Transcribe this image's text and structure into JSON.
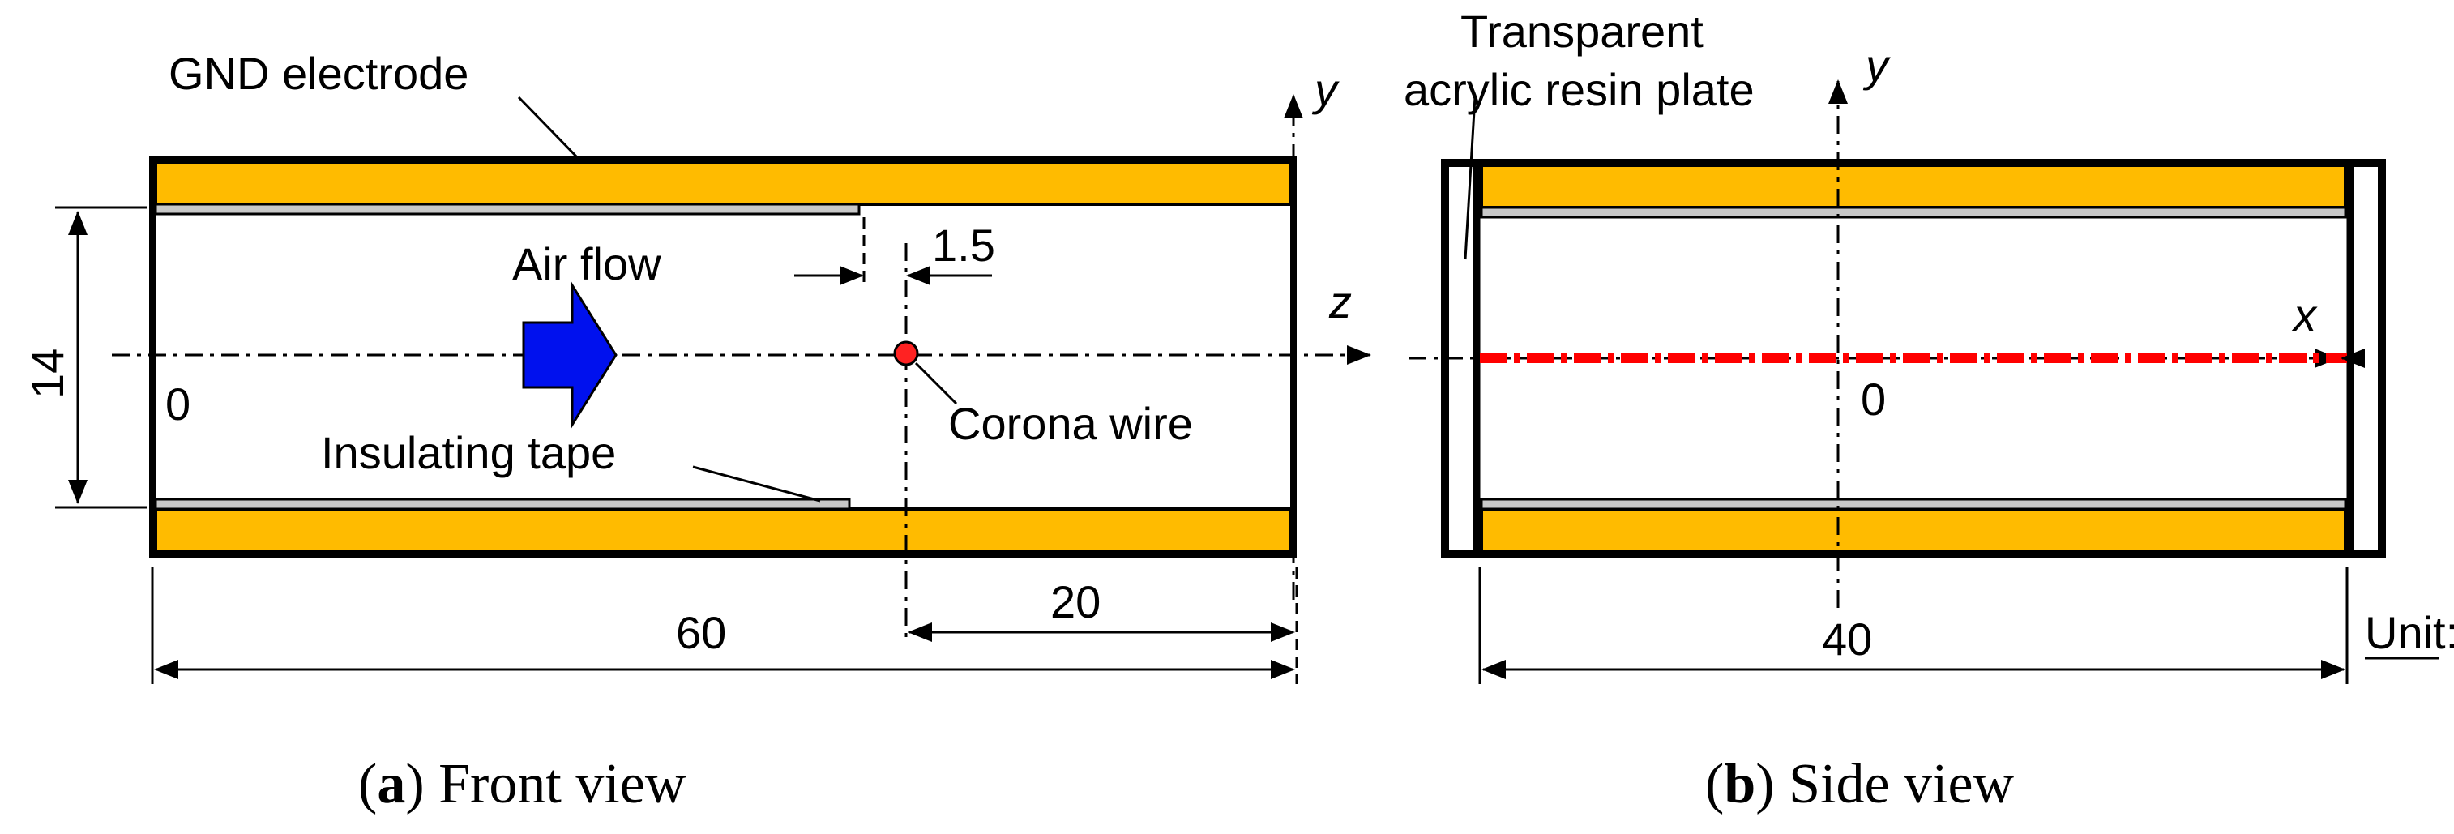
{
  "front": {
    "gnd_label": "GND electrode",
    "airflow_label": "Air flow",
    "gap_label": "1.5",
    "axis_z": "z",
    "axis_y": "y",
    "height_label": "14",
    "origin_label": "0",
    "corona_label": "Corona wire",
    "tape_label": "Insulating tape",
    "dim_20": "20",
    "dim_60": "60",
    "caption_letter": "a",
    "caption_text": "Front view"
  },
  "side": {
    "plate_line1": "Transparent",
    "plate_line2": "acrylic resin plate",
    "axis_y": "y",
    "axis_x": "x",
    "origin_label": "0",
    "dim_40": "40",
    "unit_label": "Unit: mm",
    "caption_letter": "b",
    "caption_text": "Side view"
  },
  "colors": {
    "electrode": "#FFBB00",
    "tape": "#C8C8C8",
    "airflow_arrow": "#0011EE",
    "corona_wire": "#FF2222",
    "wire_side_view": "#FF0000",
    "outline": "#000000"
  }
}
